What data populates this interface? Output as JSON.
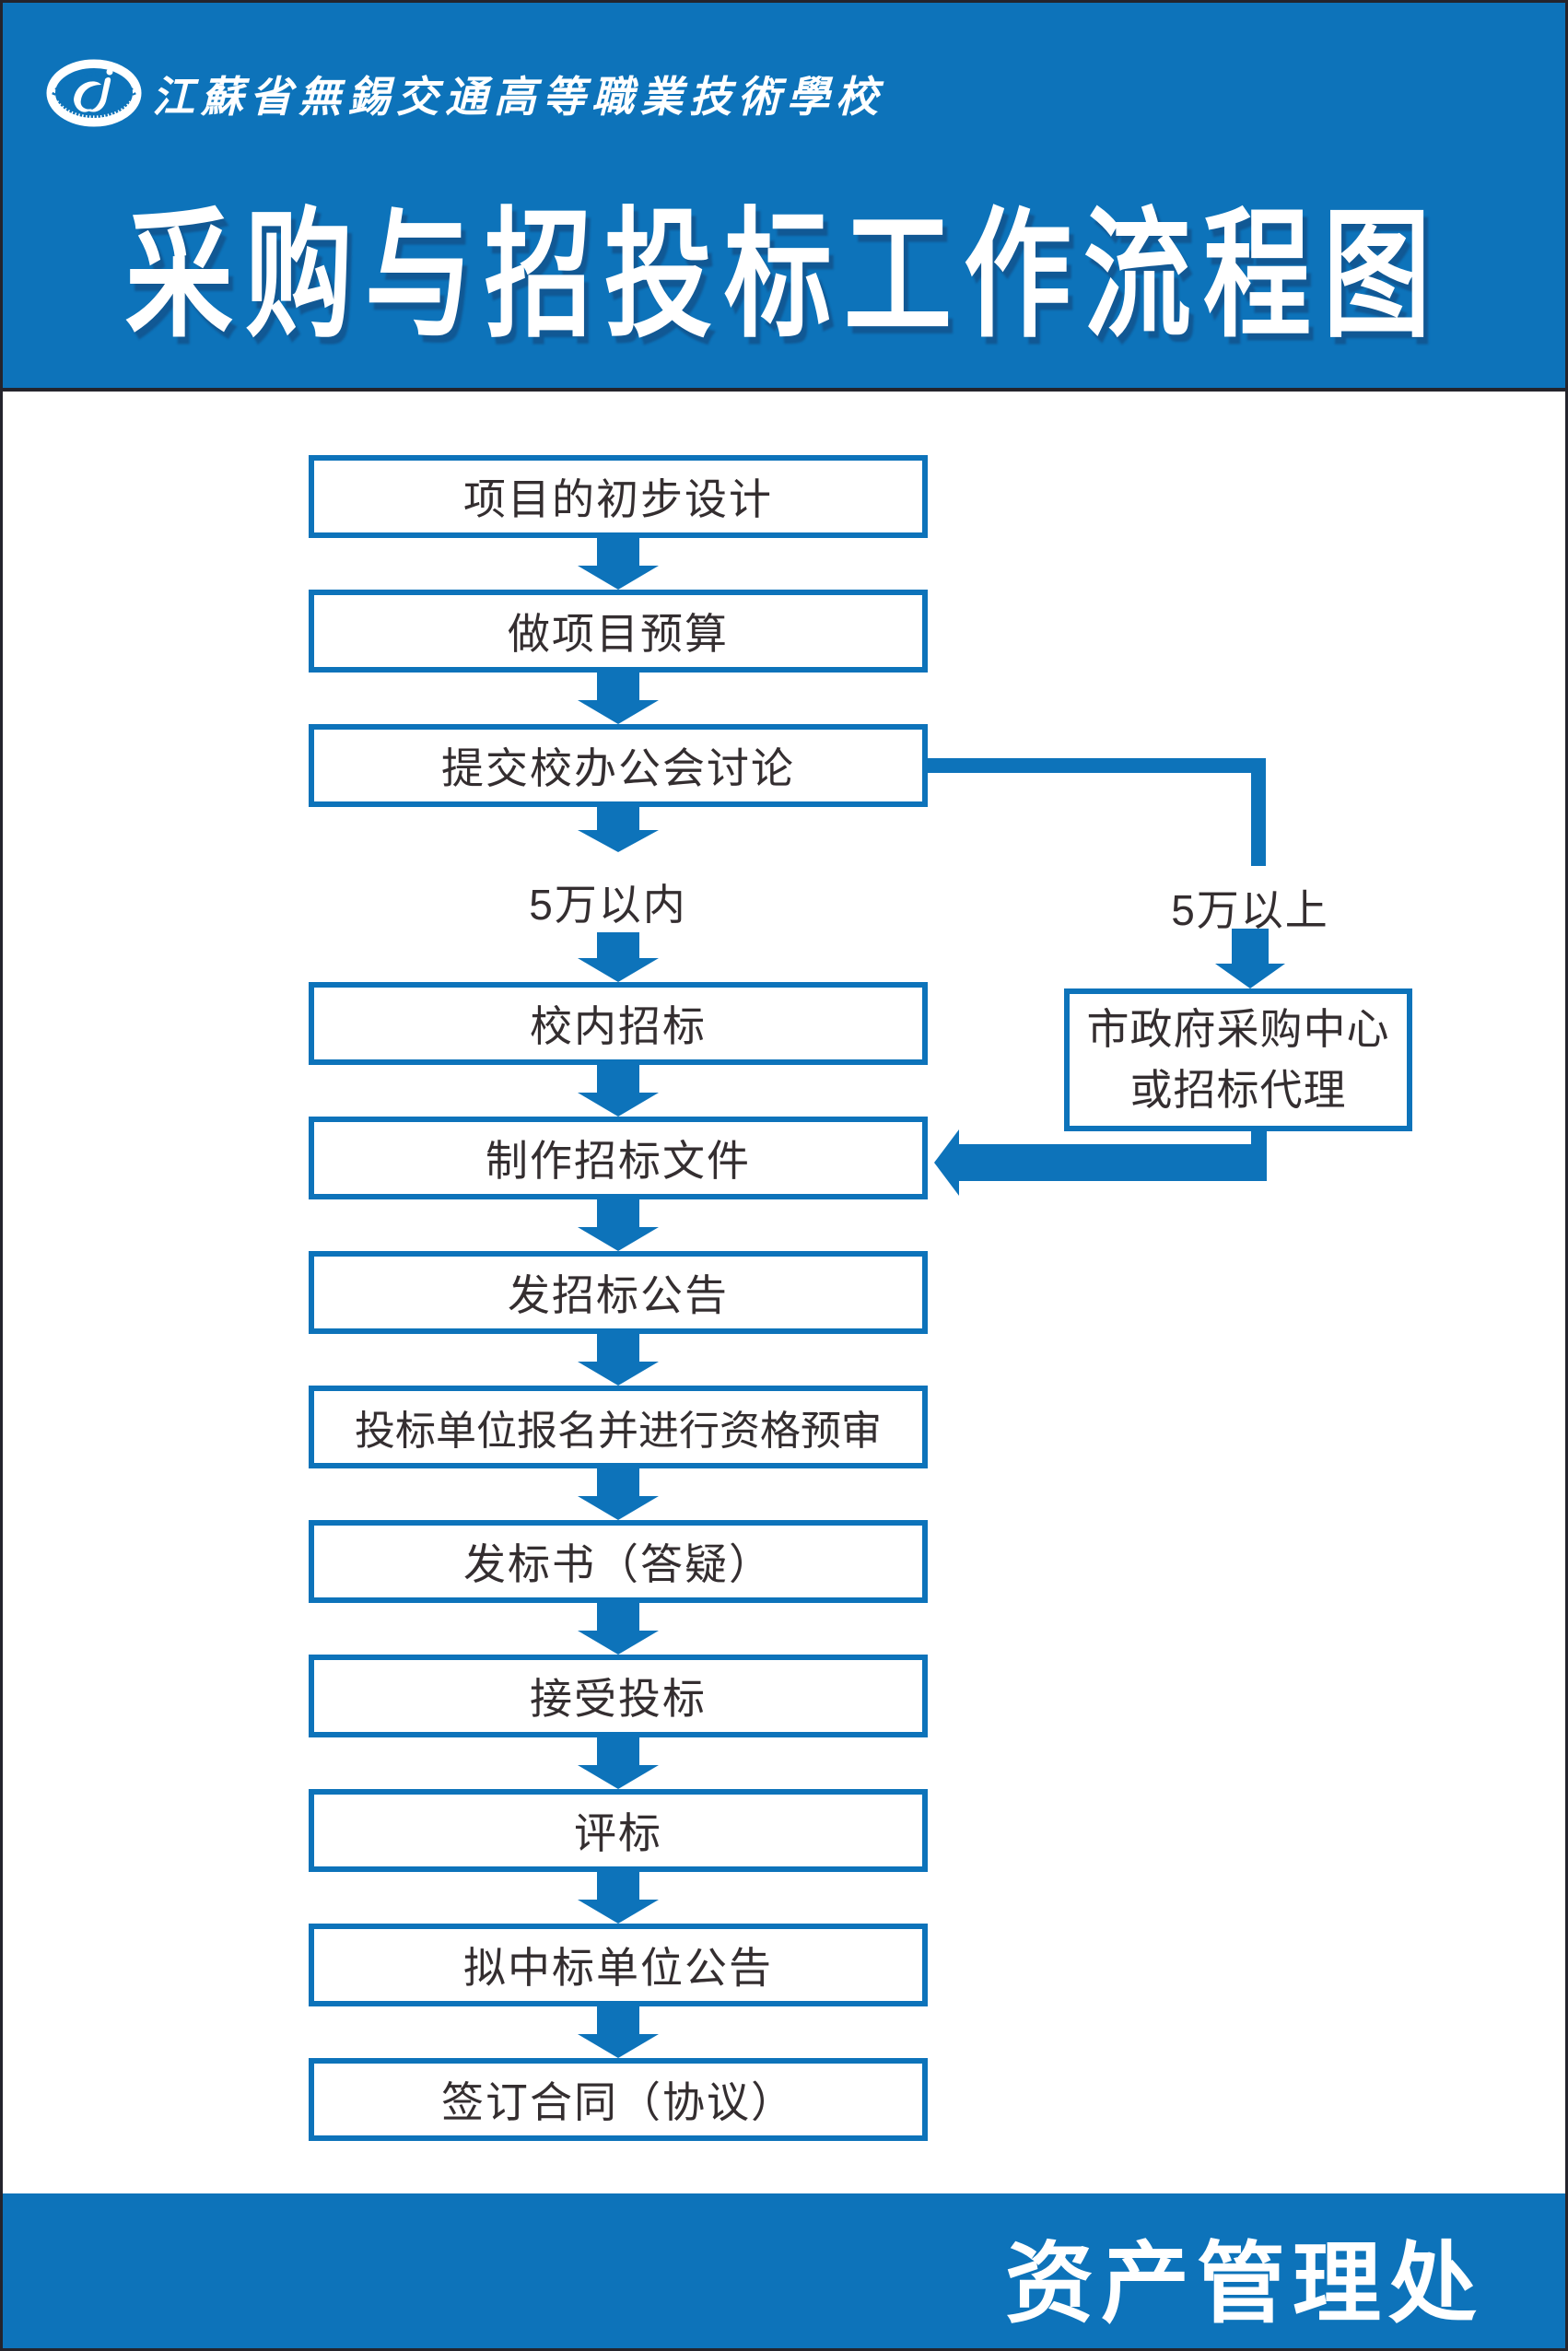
{
  "header": {
    "school_name": "江蘇省無錫交通高等職業技術學校",
    "title": "采购与招投标工作流程图",
    "logo": "school-emblem-oval-seal"
  },
  "flowchart": {
    "steps": [
      {
        "id": "step-1",
        "label": "项目的初步设计"
      },
      {
        "id": "step-2",
        "label": "做项目预算"
      },
      {
        "id": "step-3",
        "label": "提交校办公会讨论"
      },
      {
        "id": "step-4",
        "label": "校内招标"
      },
      {
        "id": "step-5",
        "label": "制作招标文件"
      },
      {
        "id": "step-6",
        "label": "发招标公告"
      },
      {
        "id": "step-7",
        "label": "投标单位报名并进行资格预审"
      },
      {
        "id": "step-8",
        "label": "发标书（答疑）"
      },
      {
        "id": "step-9",
        "label": "接受投标"
      },
      {
        "id": "step-10",
        "label": "评标"
      },
      {
        "id": "step-11",
        "label": "拟中标单位公告"
      },
      {
        "id": "step-12",
        "label": "签订合同（协议）"
      }
    ],
    "branch": {
      "left_label": "5万以内",
      "right_label": "5万以上",
      "right_box": {
        "line1": "市政府采购中心",
        "line2": "或招标代理"
      },
      "right_box_target": "制作招标文件"
    }
  },
  "footer": {
    "department": "资产管理处"
  },
  "colors": {
    "primary_blue": "#0d73ba",
    "text_dark": "#342e30",
    "edge_dark": "#24242c",
    "background": "#ffffff"
  }
}
